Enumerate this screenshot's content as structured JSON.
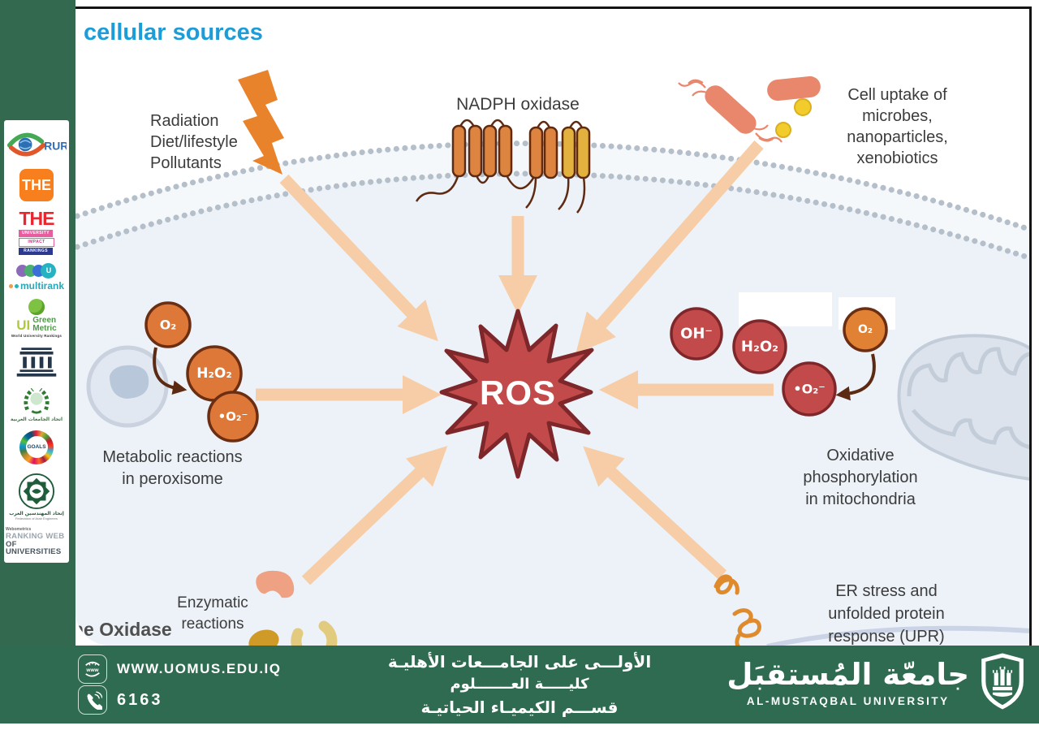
{
  "palette": {
    "frame_green": "#33694F",
    "footer_green": "#2F6B51",
    "title_blue": "#1E9CD8",
    "arrow_peach": "#F6CDA6",
    "ros_red": "#C34A4A",
    "ros_red_dark": "#7E272B",
    "molecule_orange": "#DE7838",
    "nadph_orange": "#DD8440",
    "nadph_yellow": "#E3B23E",
    "lightning_orange": "#E8832C",
    "cell_fill": "#ECF2F8",
    "membrane_dots": "#B5BFCA"
  },
  "slide": {
    "title": "cellular sources",
    "labels": {
      "nadph": "NADPH oxidase",
      "radiation": [
        "Radiation",
        "Diet/lifestyle",
        "Pollutants"
      ],
      "uptake": [
        "Cell uptake of",
        "microbes,",
        "nanoparticles,",
        "xenobiotics"
      ],
      "ros": "ROS",
      "metabolic": [
        "Metabolic reactions",
        "in peroxisome"
      ],
      "oxidative": [
        "Oxidative",
        "phosphorylation",
        "in mitochondria"
      ],
      "enzymatic": [
        "Enzymatic",
        "reactions"
      ],
      "er_stress": [
        "ER stress and",
        "unfolded protein",
        "response (UPR)"
      ],
      "oxidase_partial": "ne Oxidase"
    },
    "molecules": {
      "left": [
        "O₂",
        "H₂O₂",
        "•O₂⁻"
      ],
      "right": [
        "OH⁻",
        "H₂O₂",
        "•O₂⁻",
        "O₂"
      ]
    }
  },
  "sidebar": {
    "logos": [
      {
        "name": "rur",
        "label": "RUR"
      },
      {
        "name": "the",
        "label": "THE"
      },
      {
        "name": "the-impact",
        "label": "THE",
        "lines": [
          "UNIVERSITY",
          "IMPACT",
          "RANKINGS"
        ]
      },
      {
        "name": "multirank",
        "label": "multirank",
        "u": "U"
      },
      {
        "name": "green-metric",
        "label": "UI",
        "lines": [
          "Green",
          "Metric"
        ],
        "sub": "World University Rankings"
      },
      {
        "name": "university-building"
      },
      {
        "name": "arab-universities",
        "sub": "اتحاد الجامعات العربية"
      },
      {
        "name": "sdg-goals",
        "label": "GOALS"
      },
      {
        "name": "arab-engineers",
        "sub": "إتحاد المهندسين العرب",
        "sub2": "Federation of Arab Engineers"
      },
      {
        "name": "webometrics",
        "label": "Webometrics",
        "lines": [
          "RANKING WEB",
          "OF UNIVERSITIES"
        ]
      }
    ]
  },
  "footer": {
    "www_icon_text": "www",
    "website": "WWW.UOMUS.EDU.IQ",
    "phone": "6163",
    "arabic_lines": [
      "الأولـــى على الجامـــعات الأهليـة",
      "كليـــــة العـــــــلوم",
      "قســـم الكيميـاء الحياتيـة"
    ],
    "university_arabic": "جامعّة المُستقبَل",
    "university_english": "AL-MUSTAQBAL UNIVERSITY"
  }
}
